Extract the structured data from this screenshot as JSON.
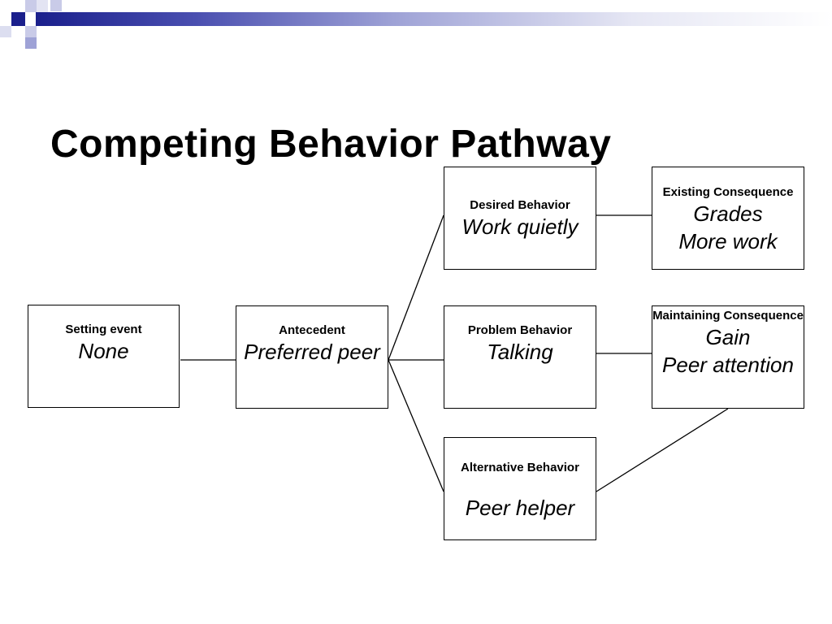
{
  "slide": {
    "title": "Competing Behavior Pathway"
  },
  "nodes": {
    "setting_event": {
      "label": "Setting event",
      "value": "None"
    },
    "antecedent": {
      "label": "Antecedent",
      "value": "Preferred peer"
    },
    "desired_behavior": {
      "label": "Desired Behavior",
      "value": "Work quietly"
    },
    "problem_behavior": {
      "label": "Problem Behavior",
      "value": "Talking"
    },
    "alternative_behavior": {
      "label": "Alternative Behavior",
      "value": "Peer helper"
    },
    "existing_consequence": {
      "label": "Existing Consequence",
      "value_line1": "Grades",
      "value_line2": "More work"
    },
    "maintaining_consequence": {
      "label": "Maintaining Consequence",
      "value_line1": "Gain",
      "value_line2": "Peer attention"
    }
  },
  "edges": [
    {
      "from": "setting_event",
      "to": "antecedent"
    },
    {
      "from": "antecedent",
      "to": "desired_behavior"
    },
    {
      "from": "antecedent",
      "to": "problem_behavior"
    },
    {
      "from": "antecedent",
      "to": "alternative_behavior"
    },
    {
      "from": "desired_behavior",
      "to": "existing_consequence"
    },
    {
      "from": "problem_behavior",
      "to": "maintaining_consequence"
    },
    {
      "from": "alternative_behavior",
      "to": "maintaining_consequence"
    }
  ],
  "colors": {
    "header_dark": "#1a1f8c",
    "header_light": "#9ea2d6",
    "stroke": "#000000"
  }
}
